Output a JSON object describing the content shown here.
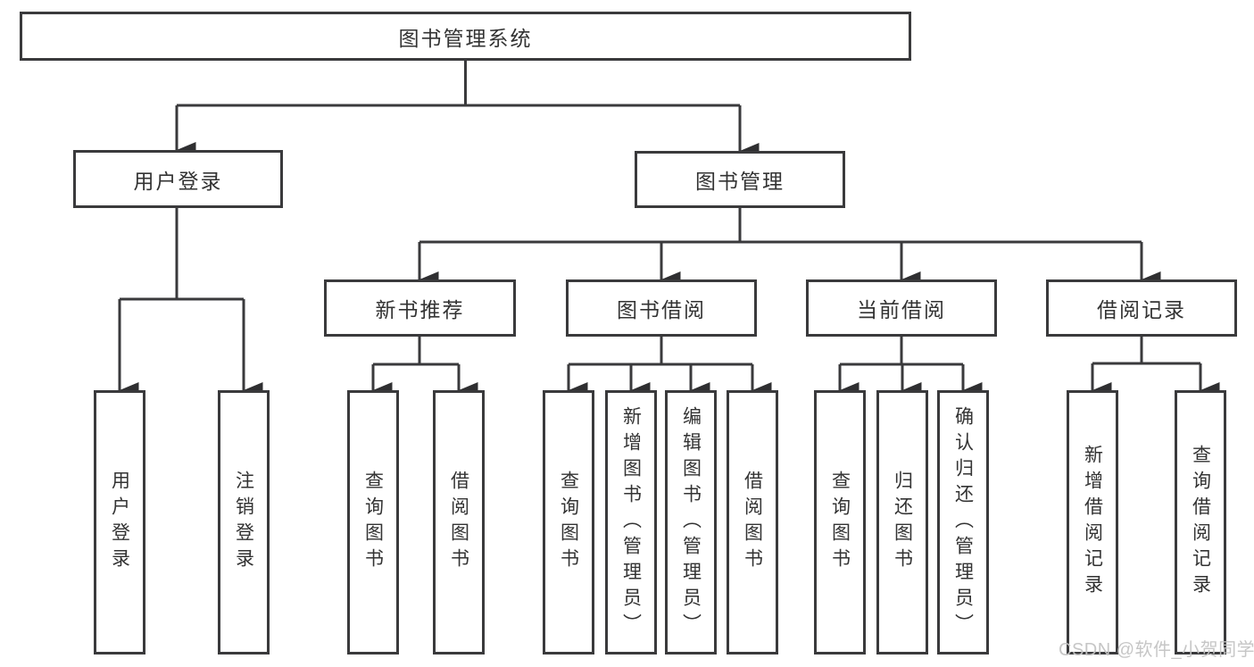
{
  "tree": {
    "root": {
      "label": "图书管理系统",
      "children": [
        {
          "label": "用户登录",
          "children": [
            {
              "label": "用户登录"
            },
            {
              "label": "注销登录"
            }
          ]
        },
        {
          "label": "图书管理",
          "children": [
            {
              "label": "新书推荐",
              "children": [
                {
                  "label": "查询图书"
                },
                {
                  "label": "借阅图书"
                }
              ]
            },
            {
              "label": "图书借阅",
              "children": [
                {
                  "label": "查询图书"
                },
                {
                  "label": "新增图书（管理员）"
                },
                {
                  "label": "编辑图书（管理员）"
                },
                {
                  "label": "借阅图书"
                }
              ]
            },
            {
              "label": "当前借阅",
              "children": [
                {
                  "label": "查询图书"
                },
                {
                  "label": "归还图书"
                },
                {
                  "label": "确认归还（管理员）"
                }
              ]
            },
            {
              "label": "借阅记录",
              "children": [
                {
                  "label": "新增借阅记录"
                },
                {
                  "label": "查询借阅记录"
                }
              ]
            }
          ]
        }
      ]
    }
  },
  "watermark": {
    "text": "CSDN @软件_小贺同学"
  },
  "colors": {
    "line": "#3a3a3c",
    "box_border": "#3a3a3c",
    "text": "#333333",
    "background": "#ffffff",
    "watermark": "#c3c3c3"
  }
}
